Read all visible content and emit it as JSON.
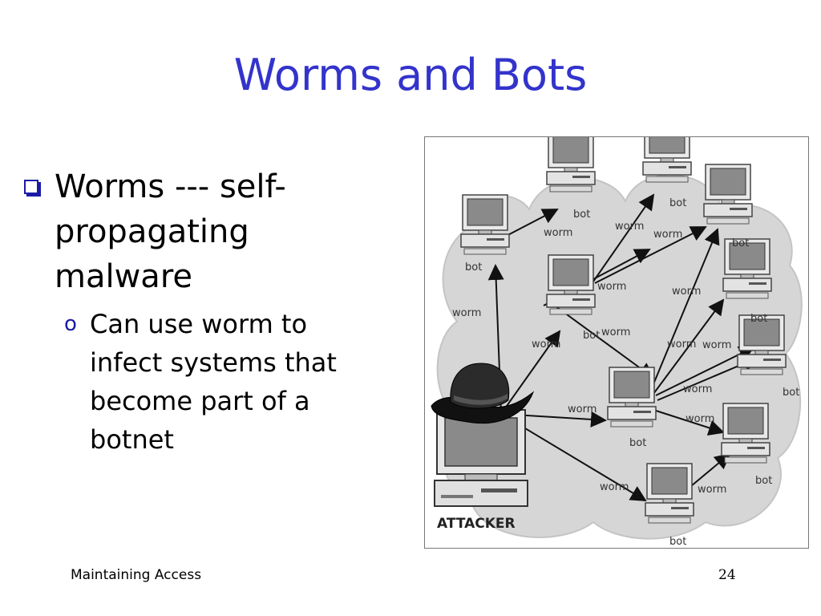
{
  "slide": {
    "title": "Worms and Bots",
    "bullets": [
      {
        "text": "Worms --- self-propagating malware",
        "sub": [
          {
            "text": "Can use worm to infect systems that become part of a botnet"
          }
        ]
      }
    ],
    "footer": {
      "left": "Maintaining Access",
      "page_number": "24"
    }
  },
  "diagram": {
    "attacker_label": "ATTACKER",
    "node_label": "bot",
    "edge_label": "worm"
  }
}
